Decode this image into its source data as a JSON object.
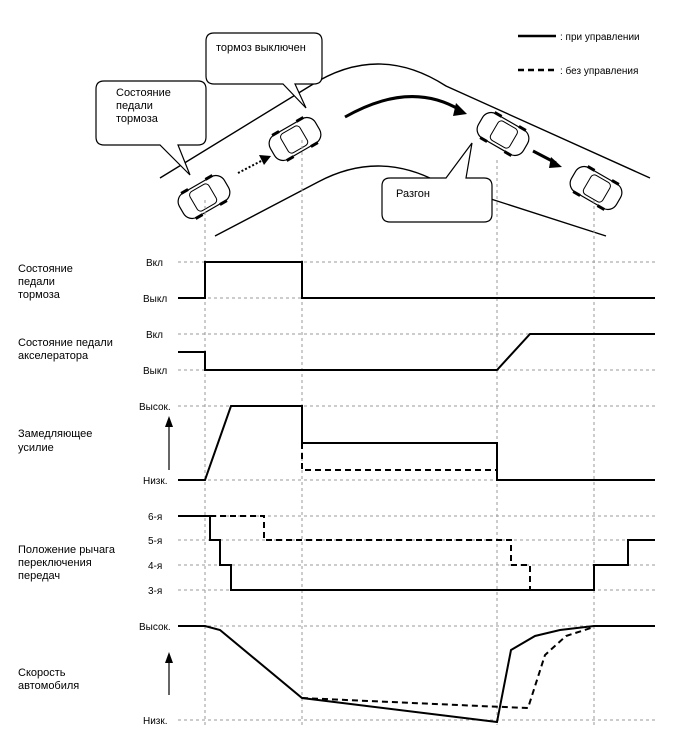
{
  "legend": {
    "controlled": ": при управлении",
    "uncontrolled": ": без управления"
  },
  "callouts": {
    "brake_off": "тормоз выключен",
    "brake_pedal_state": [
      "Состояние",
      "педали",
      "тормоза"
    ],
    "acceleration": "Разгон"
  },
  "rows": {
    "brake": {
      "label": [
        "Состояние",
        "педали",
        "тормоза"
      ],
      "ticks": [
        "Вкл",
        "Выкл"
      ]
    },
    "accel": {
      "label": [
        "Состояние педали",
        "акселератора"
      ],
      "ticks": [
        "Вкл",
        "Выкл"
      ]
    },
    "decel": {
      "label": [
        "Замедляющее",
        "усилие"
      ],
      "ticks": [
        "Высок.",
        "Низк."
      ]
    },
    "gear": {
      "label": [
        "Положение рычага",
        "переключения",
        "передач"
      ],
      "ticks": [
        "6-я",
        "5-я",
        "4-я",
        "3-я"
      ]
    },
    "speed": {
      "label": [
        "Скорость",
        "автомобиля"
      ],
      "ticks": [
        "Высок.",
        "Низк."
      ]
    }
  },
  "colors": {
    "line": "#000000",
    "guide": "#999999",
    "car": "#ffffff"
  }
}
